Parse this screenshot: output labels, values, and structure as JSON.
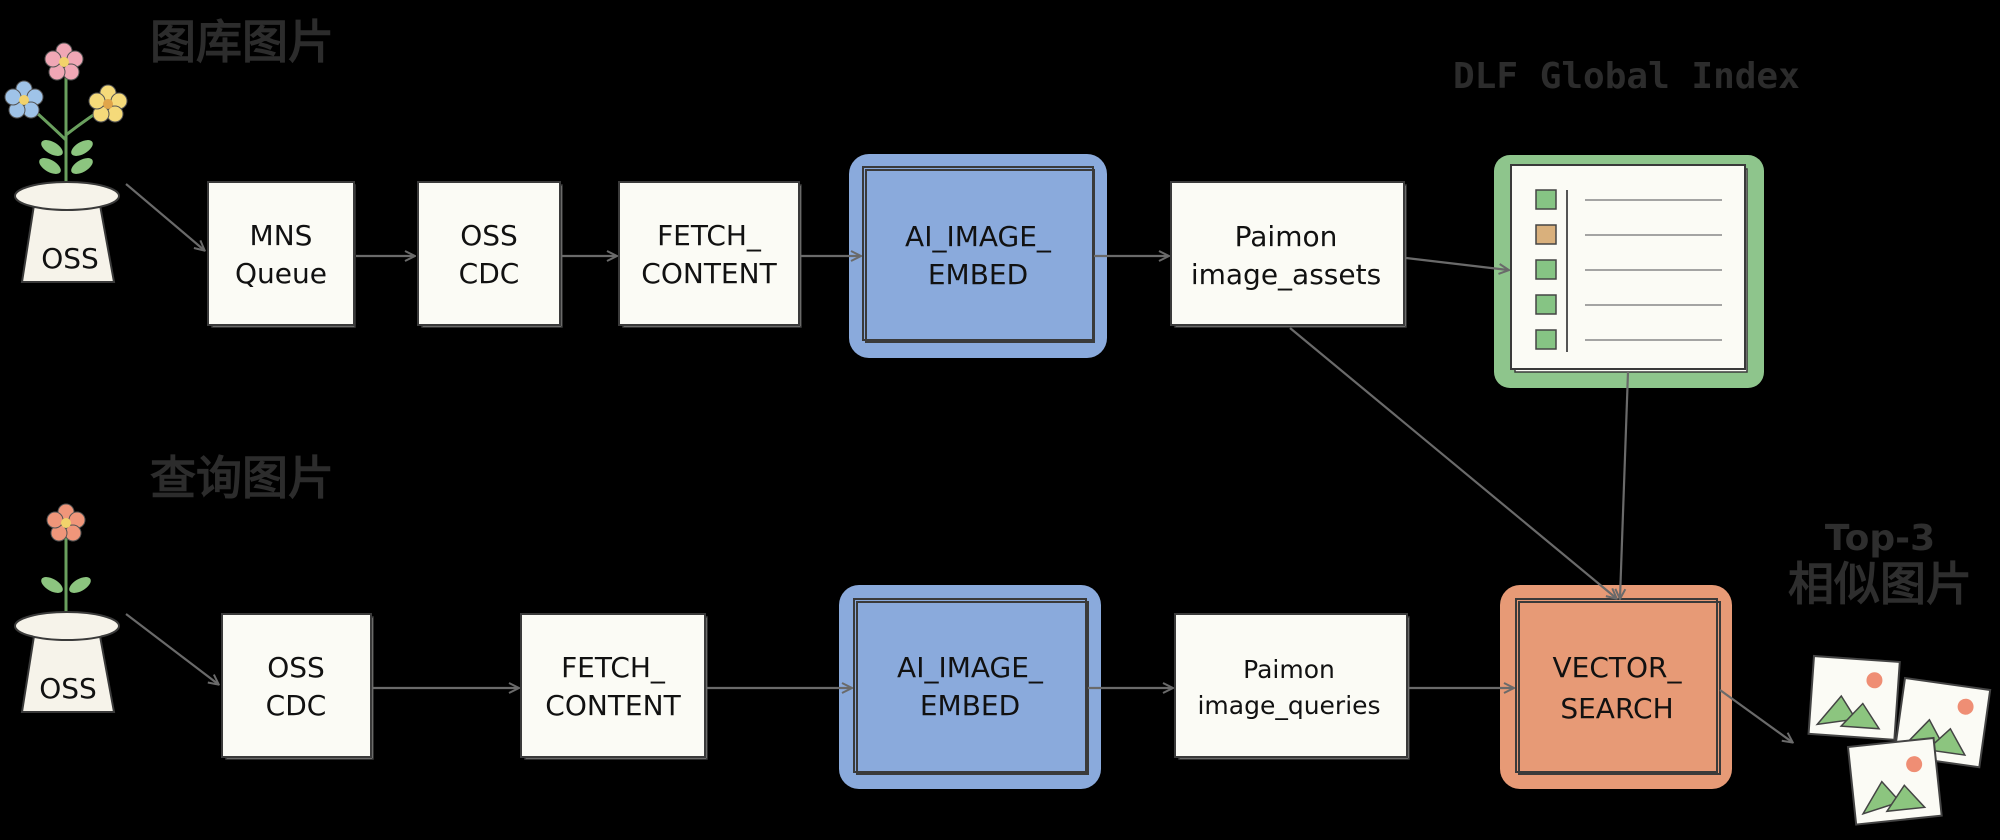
{
  "sections": {
    "gallery_title": "图库图片",
    "query_title": "查询图片",
    "index_title": "DLF Global Index",
    "topk_line1": "Top-3",
    "topk_line2": "相似图片"
  },
  "sources": {
    "top": "OSS",
    "bottom": "OSS"
  },
  "top_row": {
    "mns_queue": [
      "MNS",
      "Queue"
    ],
    "oss_cdc": [
      "OSS",
      "CDC"
    ],
    "fetch_content": [
      "FETCH_",
      "CONTENT"
    ],
    "ai_image_embed": [
      "AI_IMAGE_",
      "EMBED"
    ],
    "paimon_assets": [
      "Paimon",
      "image_assets"
    ]
  },
  "bottom_row": {
    "oss_cdc": [
      "OSS",
      "CDC"
    ],
    "fetch_content": [
      "FETCH_",
      "CONTENT"
    ],
    "ai_image_embed": [
      "AI_IMAGE_",
      "EMBED"
    ],
    "paimon_queries": [
      "Paimon",
      "image_queries"
    ],
    "vector_search": [
      "VECTOR_",
      "SEARCH"
    ]
  },
  "colors": {
    "embed_fill": "#8aaadc",
    "index_fill": "#8ec58c",
    "vector_fill": "#e79a76",
    "node_fill": "#fbfbf5",
    "title_gray": "#2c2c2c"
  },
  "icons": {
    "flower_pot": "flower-pot-icon",
    "index_list": "index-list-icon",
    "picture": "picture-icon"
  }
}
